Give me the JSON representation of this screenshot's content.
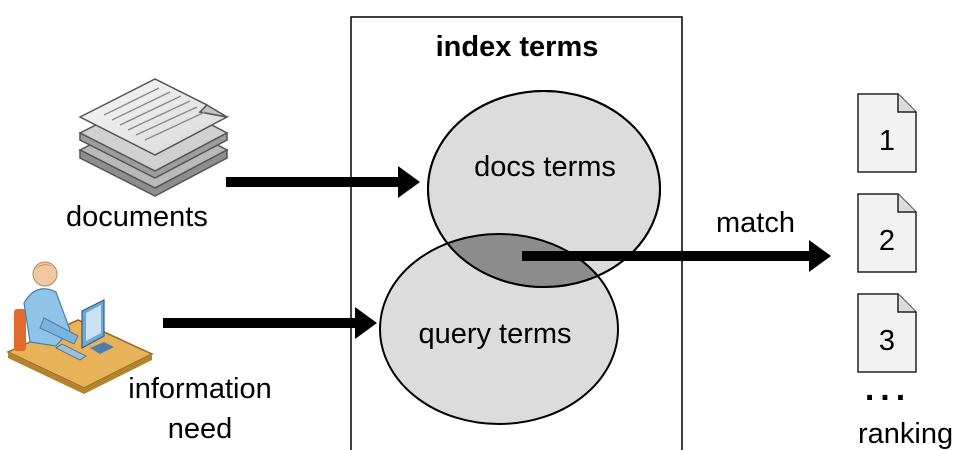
{
  "diagram": {
    "index_box": {
      "title": "index terms"
    },
    "docs_circle": {
      "label": "docs terms"
    },
    "query_circle": {
      "label": "query terms"
    },
    "documents": {
      "label": "documents",
      "icon": "stacked-documents-icon"
    },
    "information_need": {
      "label_line1": "information",
      "label_line2": "need",
      "icon": "user-at-computer-icon"
    },
    "match": {
      "label": "match"
    },
    "ranking": {
      "items": [
        "1",
        "2",
        "3"
      ],
      "ellipsis": "...",
      "label": "ranking"
    },
    "colors": {
      "circle_fill": "#dcdcdc",
      "overlap_fill": "#8c8c8c",
      "arrow": "#000000",
      "box_border": "#000000"
    }
  }
}
